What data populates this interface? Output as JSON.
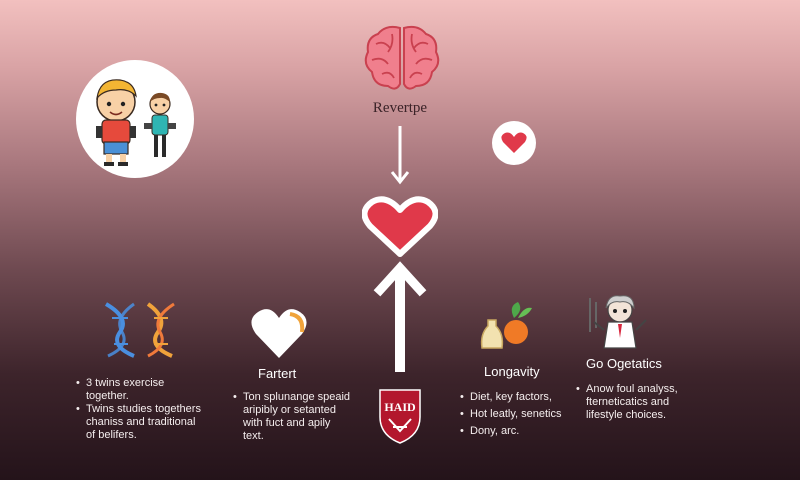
{
  "top": {
    "label": "Revertpe"
  },
  "harvard": {
    "text": "HAID"
  },
  "columns": [
    {
      "bullets": [
        "3 twins exercise",
        "together.",
        "Twins studies togethers",
        "chaniss and traditional",
        "of belifers."
      ]
    },
    {
      "title": "Fartert",
      "bullets": [
        "Ton splunange speaid",
        "aripibly or setanted",
        "with fuct and apily",
        "text."
      ]
    },
    {
      "title": "Longavity",
      "bullets": [
        "Diet, key factors,",
        "Hot leatly, senetics",
        "Dony, arc."
      ]
    },
    {
      "title": "Go Ogetatics",
      "bullets": [
        "Anow foul analyss,",
        "fterneticatics and",
        "lifestyle choices."
      ]
    }
  ],
  "colors": {
    "heart_red": "#e0394a",
    "brain_pink": "#f07f8d",
    "gold": "#f0a33b"
  },
  "icons": [
    "children-illustration",
    "brain-icon",
    "heart-icon",
    "arrow-down-icon",
    "arrow-up-icon",
    "dna-icon",
    "heart-gold-icon",
    "harvard-shield-icon",
    "fruit-icon",
    "scientist-icon"
  ]
}
